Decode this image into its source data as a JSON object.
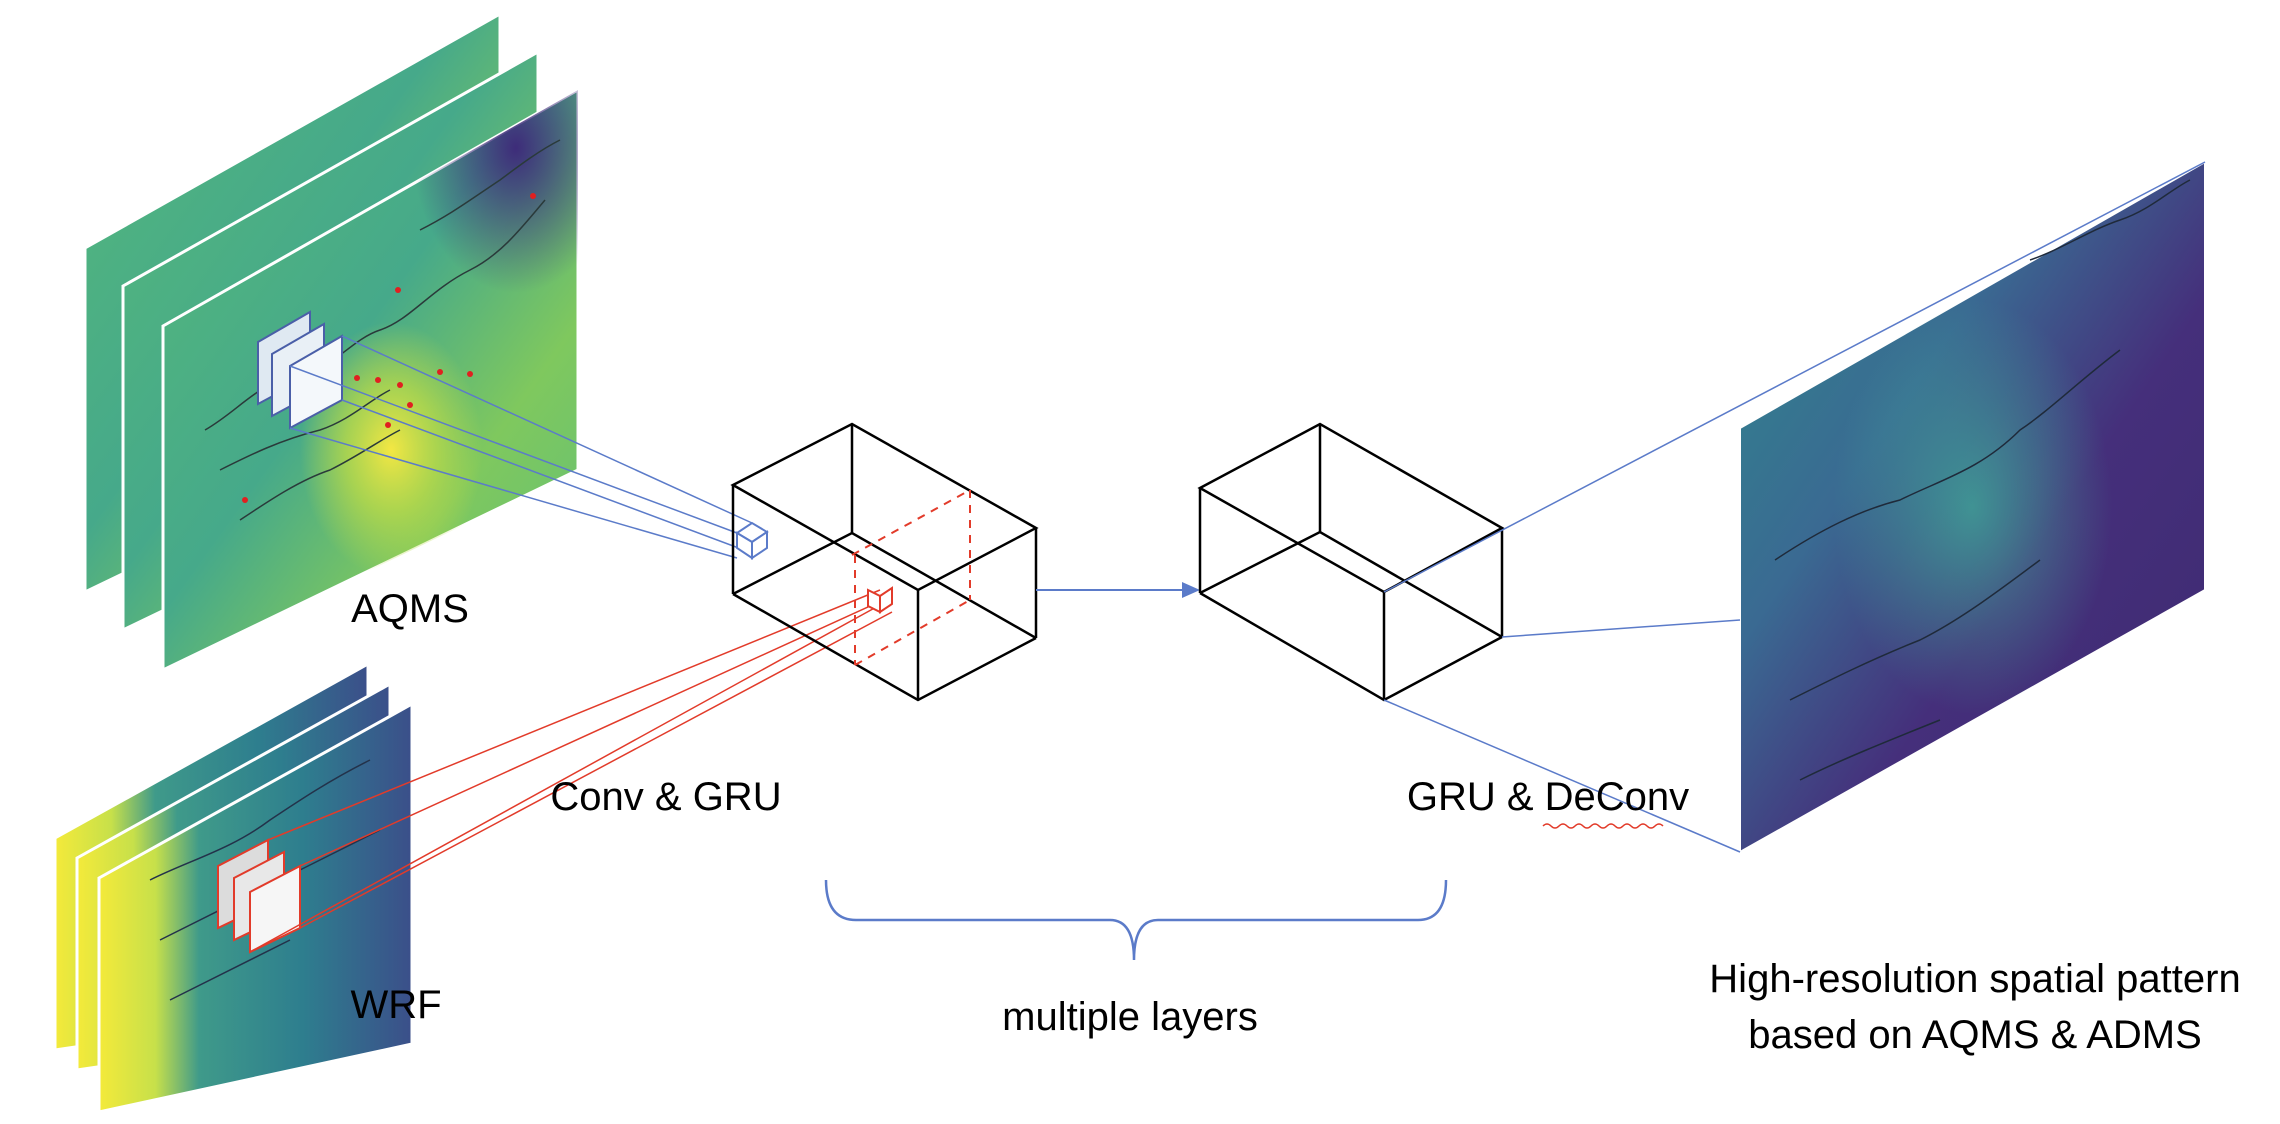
{
  "labels": {
    "aqms": "AQMS",
    "wrf": "WRF",
    "conv_gru": "Conv & GRU",
    "gru_deconv": "GRU & DeConv",
    "multiple_layers": "multiple layers",
    "output_line1": "High-resolution spatial pattern",
    "output_line2": "based on AQMS & ADMS"
  },
  "colors": {
    "blue_connector": "#5b7bc9",
    "red_connector": "#e23b2a",
    "aqms_map": "#5fc27a",
    "wrf_map": "#3a8f8f",
    "output_map": "#46317a",
    "highlight_yellow": "#f0e645",
    "brace": "#5b7bc9",
    "box_stroke": "#000000"
  }
}
